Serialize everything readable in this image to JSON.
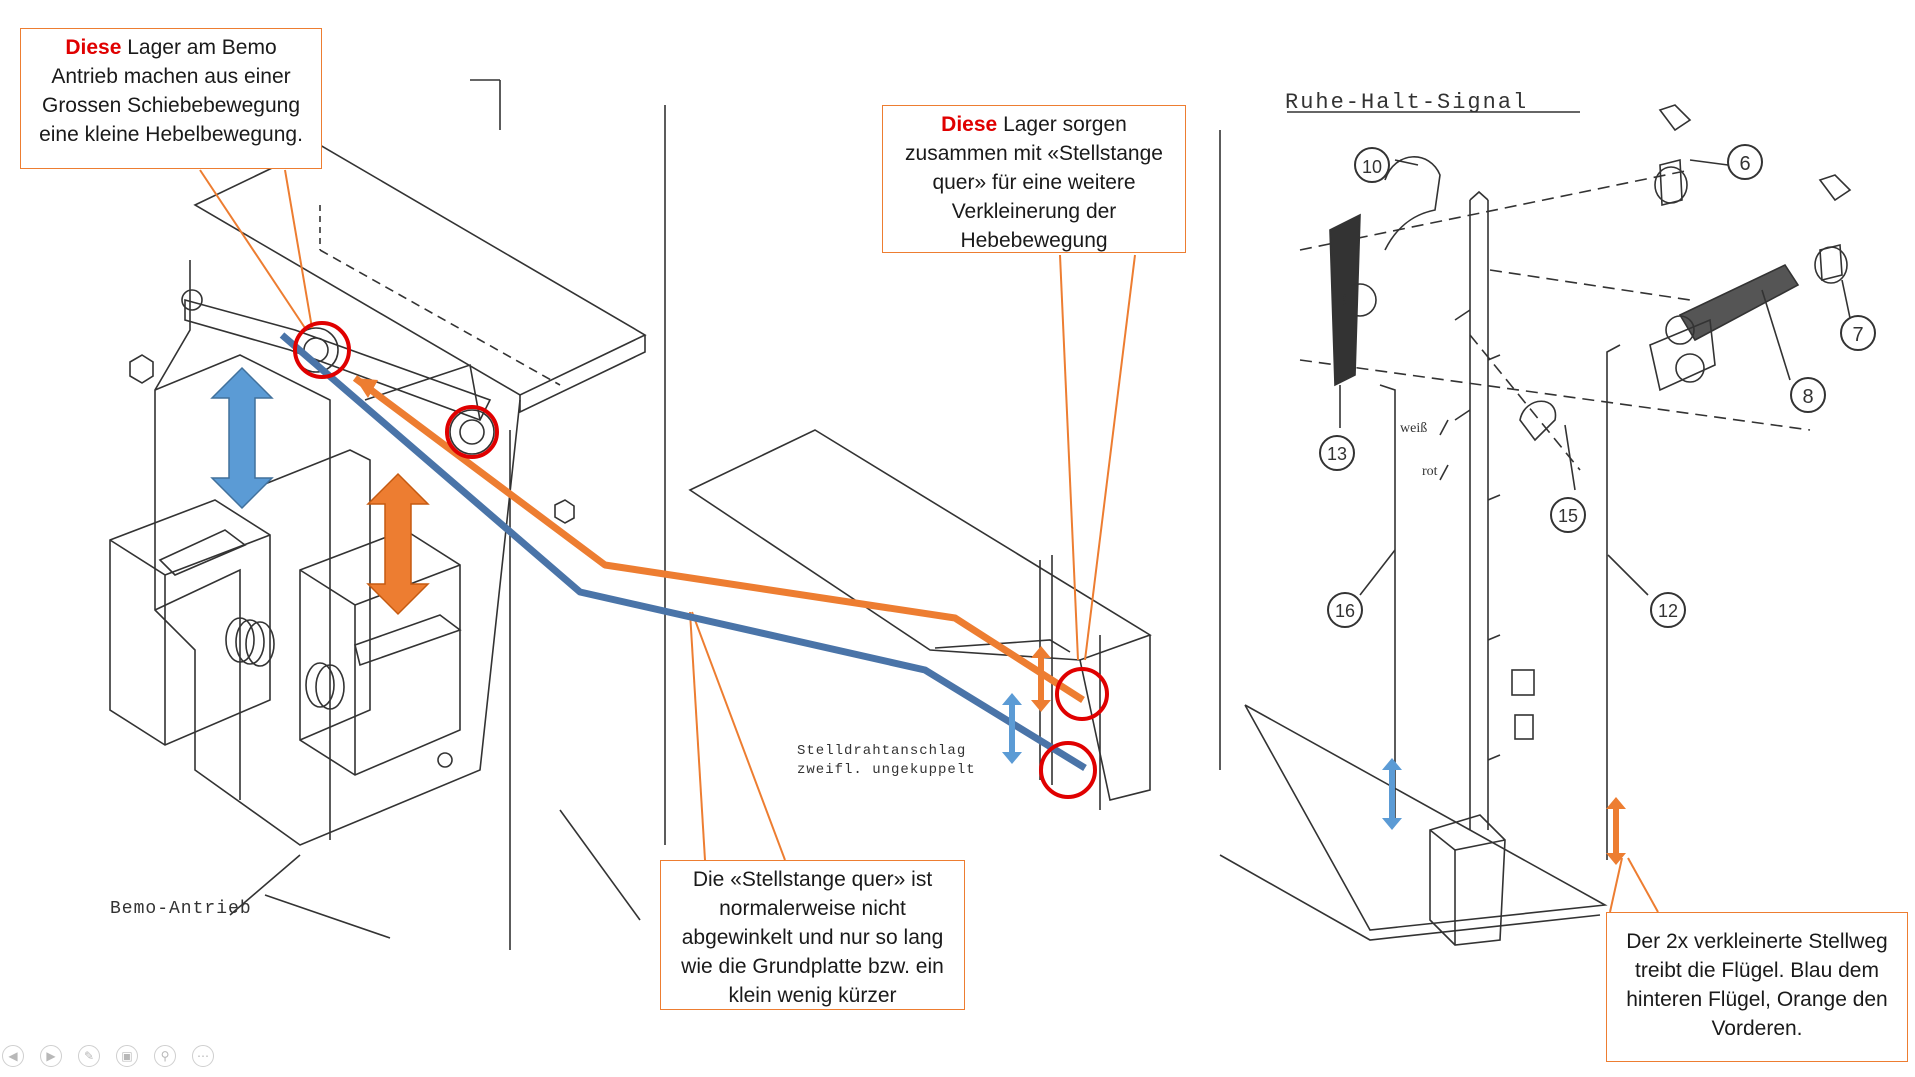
{
  "callouts": {
    "top_left": {
      "emphasis": "Diese",
      "rest": "Lager am Bemo Antrieb machen aus einer Grossen Schiebebewegung eine kleine Hebelbewegung."
    },
    "top_middle": {
      "emphasis": "Diese",
      "rest": "Lager sorgen zusammen mit «Stellstange quer» für eine weitere Verkleinerung der Hebebewegung"
    },
    "bottom_middle": {
      "text": "Die «Stellstange quer» ist normalerweise nicht abgewinkelt und nur so lang wie die Grundplatte bzw. ein klein wenig kürzer"
    },
    "bottom_right": {
      "text": "Der 2x verkleinerte Stellweg treibt die Flügel. Blau dem hinteren Flügel, Orange den Vorderen."
    }
  },
  "drawing_labels": {
    "bemo_antrieb": "Bemo-Antrieb",
    "stelldraht_line1": "Stelldrahtanschlag",
    "stelldraht_line2": "zweifl. ungekuppelt",
    "signal_title": "Ruhe-Halt-Signal",
    "weiss": "weiß",
    "rot": "rot"
  },
  "part_numbers": [
    "6",
    "7",
    "8",
    "10",
    "12",
    "13",
    "15",
    "16"
  ],
  "colors": {
    "blue": "#4a74a8",
    "orange": "#ed7d31",
    "callout_border": "#ed7d31",
    "highlight_red": "#e00000"
  },
  "controls": [
    "back-icon",
    "forward-icon",
    "pen-icon",
    "slides-icon",
    "zoom-icon",
    "more-icon"
  ]
}
